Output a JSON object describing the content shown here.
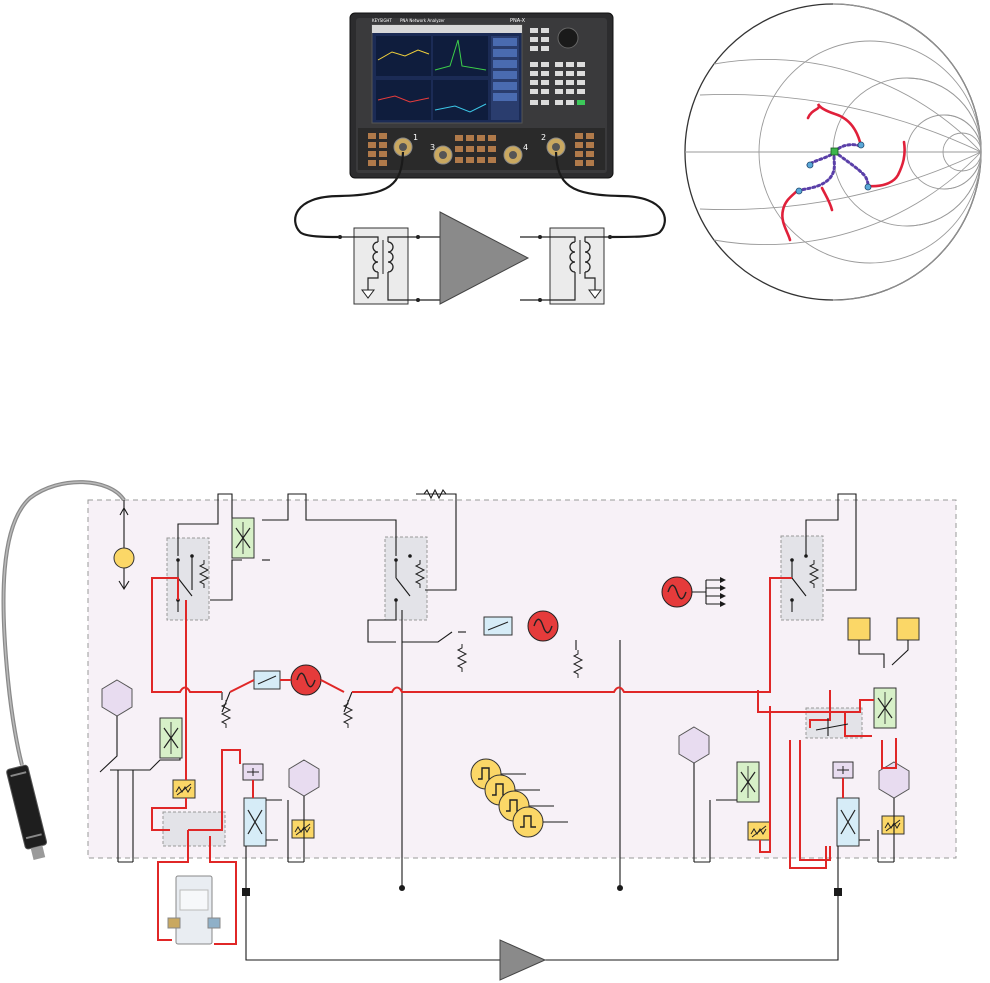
{
  "analyzer": {
    "brand": "KEYSIGHT",
    "title": "PNA Network Analyzer",
    "model": "PNA-X",
    "port_labels": [
      "1",
      "2",
      "3",
      "4"
    ]
  },
  "colors": {
    "analyzer_body": "#2c2c2e",
    "analyzer_screen": "#1b2b55",
    "rf_path": "#e02727",
    "wire": "#1a1a1a",
    "panel_fill": "#f7f1f7",
    "panel_border": "#9a9a9a",
    "coupler_green": "#d7f0c8",
    "coupler_blue": "#d6ecf7",
    "attenuator_yellow": "#fbd767",
    "source_red": "#e53b3b",
    "source_yellow": "#fbd767",
    "receiver_lavender": "#e8dcf0",
    "switch_box": "#e3e3e8",
    "dut_gray": "#8a8a8a",
    "smith_red": "#e0203a",
    "smith_dot": "#5a3fa8",
    "smith_node": "#5aa8d8",
    "smith_center": "#3bb54a"
  },
  "icons": {
    "source": "sine-wave-icon",
    "pulse": "pulse-icon",
    "receiver": "hexagon-icon",
    "ground": "ground-icon",
    "switch": "switch-icon",
    "coupler": "coupler-icon",
    "attenuator": "attenuator-icon",
    "amplifier": "triangle-icon"
  }
}
